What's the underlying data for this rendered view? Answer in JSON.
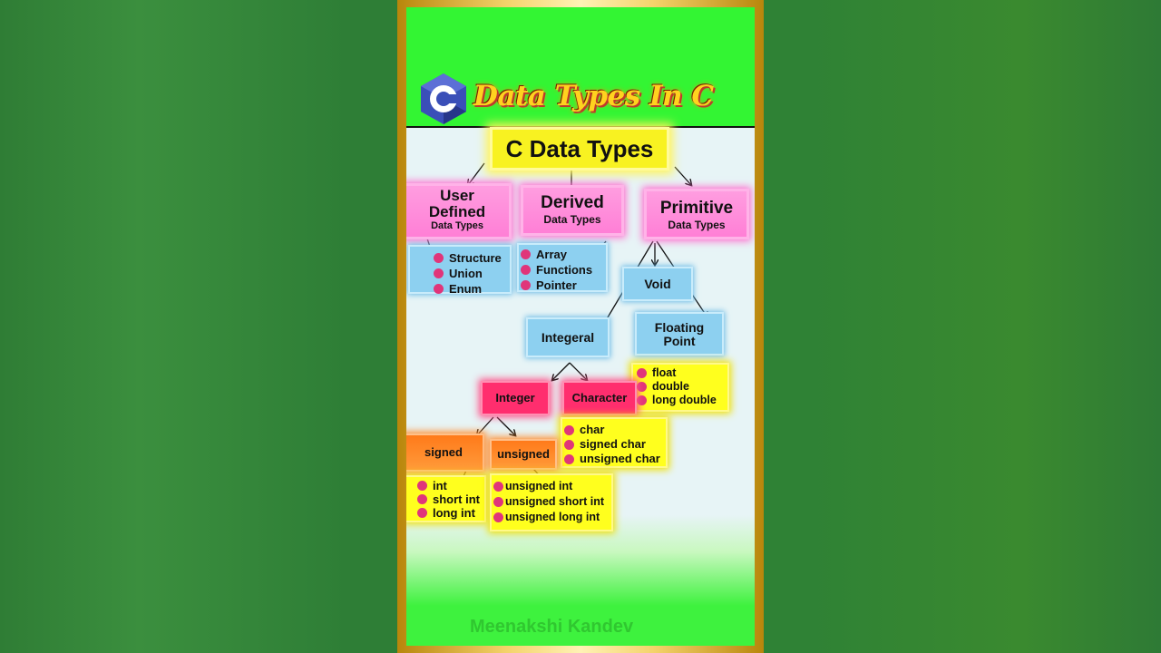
{
  "header": {
    "title": "Data Types In C",
    "logo_letter": "C",
    "logo_icon": "c-language-hexagon-logo"
  },
  "diagram": {
    "root": "C Data Types",
    "user_defined": {
      "title": "User Defined",
      "subtitle": "Data Types",
      "items": [
        "Structure",
        "Union",
        "Enum"
      ]
    },
    "derived": {
      "title": "Derived",
      "subtitle": "Data Types",
      "items": [
        "Array",
        "Functions",
        "Pointer"
      ]
    },
    "primitive": {
      "title": "Primitive",
      "subtitle": "Data Types"
    },
    "void": "Void",
    "integral": "Integeral",
    "floating_point": {
      "title": "Floating Point",
      "items": [
        "float",
        "double",
        "long double"
      ]
    },
    "integer": "Integer",
    "character": {
      "title": "Character",
      "items": [
        "char",
        "signed char",
        "unsigned char"
      ]
    },
    "signed": {
      "title": "signed",
      "items": [
        "int",
        "short int",
        "long int"
      ]
    },
    "unsigned": {
      "title": "unsigned",
      "items": [
        "unsigned int",
        "unsigned short int",
        "unsigned long int"
      ]
    }
  },
  "watermark": "Meenakshi Kandev",
  "colors": {
    "outer_background": "#2f7d35",
    "header_green": "#33f533",
    "title_yellow": "#ffd21f",
    "root_box": "#f8f221",
    "category_pink": "#ff8fd9",
    "node_blue": "#8dd0f0",
    "node_red": "#ff2e6e",
    "node_orange": "#ff8a2a",
    "list_yellow": "#ffff1e",
    "bullet_pink": "#e0357a",
    "frame_gold": "#f4d36b"
  }
}
